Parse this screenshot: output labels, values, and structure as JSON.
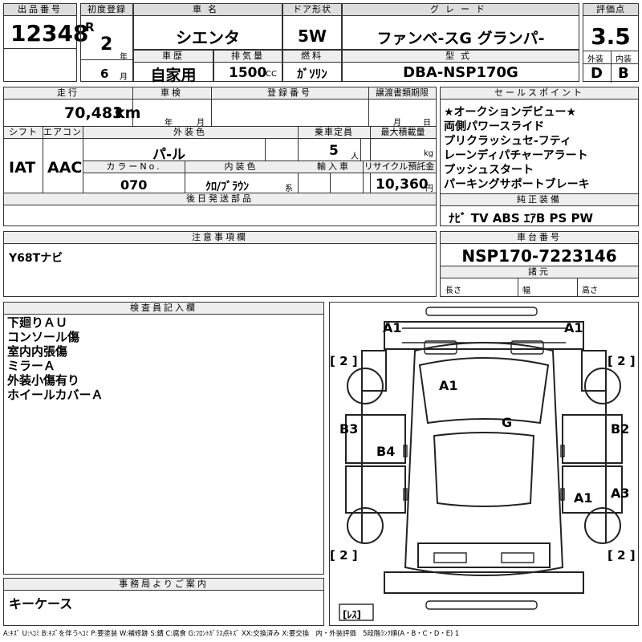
{
  "lot": {
    "label": "出品番号",
    "value": "12348"
  },
  "first_reg": {
    "label": "初度登録",
    "era": "R",
    "year": "2",
    "year_unit": "年",
    "month": "6",
    "month_unit": "月"
  },
  "car_name": {
    "label": "車名",
    "value": "シエンタ"
  },
  "door": {
    "label": "ドア形状",
    "value": "5W"
  },
  "grade": {
    "label": "グレード",
    "value": "ファンベ-スG グランパ-"
  },
  "score": {
    "label": "評価点",
    "value": "3.5",
    "ext_label": "外装",
    "ext_value": "D",
    "int_label": "内装",
    "int_value": "B"
  },
  "history": {
    "label": "車歴",
    "value": "自家用"
  },
  "displacement": {
    "label": "排気量",
    "value": "1500",
    "unit": "CC"
  },
  "fuel": {
    "label": "燃料",
    "value": "ｶﾞｿﾘﾝ"
  },
  "model": {
    "label": "型式",
    "value": "DBA-NSP170G"
  },
  "mileage": {
    "label": "走行",
    "value": "70,483",
    "unit": "km"
  },
  "inspection": {
    "label": "車検",
    "year_unit": "年",
    "month_unit": "月"
  },
  "registration": {
    "label": "登録番号"
  },
  "transfer": {
    "label": "譲渡書類期限",
    "month_unit": "月",
    "day_unit": "日"
  },
  "shift": {
    "label": "シフト",
    "value": "IAT"
  },
  "aircon": {
    "label": "エアコン",
    "value": "AAC"
  },
  "exterior_color": {
    "label": "外装色",
    "value": "パ-ル"
  },
  "capacity": {
    "label": "乗車定員",
    "value": "5",
    "unit": "人"
  },
  "max_load": {
    "label": "最大積載量",
    "unit": "kg"
  },
  "color_no": {
    "label": "カラーNo.",
    "value": "070"
  },
  "interior_color": {
    "label": "内装色",
    "value": "ｸﾛ/ﾌﾞﾗｳﾝ",
    "unit": "系"
  },
  "import": {
    "label": "輸入車"
  },
  "recycle": {
    "label": "リサイクル預託金",
    "value": "10,360",
    "unit": "円"
  },
  "later_parts": {
    "label": "後日発送部品"
  },
  "sales_points": {
    "label": "セールスポイント",
    "items": [
      "★オークションデビュー★",
      "両側パワースライド",
      "プリクラッシュセ-フティ",
      "レーンディパチャーアラート",
      "プッシュスタート",
      "パーキングサポートブレーキ"
    ]
  },
  "equipment": {
    "label": "純正装備",
    "value": "ﾅﾋﾞ TV ABS ｴｱB PS PW"
  },
  "notes": {
    "label": "注意事項欄",
    "value": "Y68Tナビ"
  },
  "chassis": {
    "label": "車台番号",
    "value": "NSP170-7223146"
  },
  "specs": {
    "label": "諸元",
    "length": "長さ",
    "width": "幅",
    "height": "高さ"
  },
  "inspector": {
    "label": "検査員記入欄",
    "items": [
      "下廻りＡＵ",
      "コンソール傷",
      "室内内張傷",
      "ミラーＡ",
      "外装小傷有り",
      "ホイールカバーＡ"
    ]
  },
  "office": {
    "label": "事務局よりご案内",
    "value": "キーケース"
  },
  "diagram": {
    "marks": [
      "A1",
      "A1",
      "A1",
      "G",
      "B3",
      "B2",
      "B4",
      "A3",
      "A1"
    ],
    "tire_left_top": "[ 2 ]",
    "tire_right_top": "[ 2 ]",
    "tire_left_bottom": "[ 2 ]",
    "tire_right_bottom": "[ 2 ]",
    "spare": "[ﾚｽ]"
  },
  "legend": "A:ｷｽﾞ U:ﾍｺﾐ B:ｷｽﾞを伴うﾍｺﾐ P:要塗装 W:補修跡 S:錆 C:腐食 G:ﾌﾛﾝﾄｶﾞﾗｽ点ｷｽﾞ XX:交換済み X:要交換　内・外装評価　5段階ﾗﾝｸ順(A・B・C・D・E) 1"
}
